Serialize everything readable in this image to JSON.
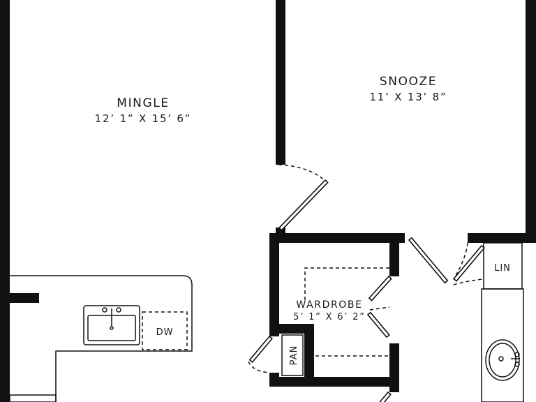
{
  "rooms": {
    "mingle": {
      "name": "MINGLE",
      "dimensions": "12’ 1” X 15’ 6”"
    },
    "snooze": {
      "name": "SNOOZE",
      "dimensions": "11’ X 13’ 8”"
    },
    "wardrobe": {
      "name": "WARDROBE",
      "dimensions": "5’ 1” X 6’ 2”"
    }
  },
  "fixtures": {
    "dishwasher": "DW",
    "pantry": "PAN",
    "linen": "LIN"
  },
  "colors": {
    "wall": "#111111",
    "background": "#ffffff"
  }
}
